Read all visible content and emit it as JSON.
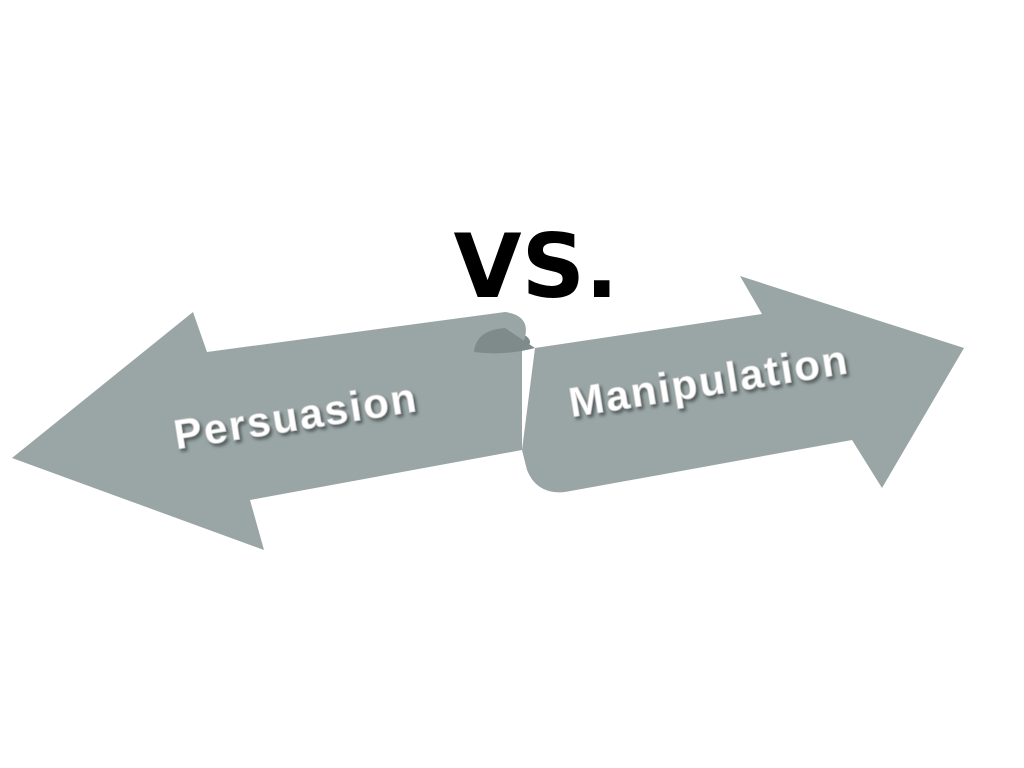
{
  "slide": {
    "connector_word": "VS.",
    "left_arrow": {
      "label": "Persuasion"
    },
    "right_arrow": {
      "label": "Manipulation"
    }
  },
  "colors": {
    "background": "#ffffff",
    "arrow_fill": "#9aa6a6",
    "arrow_fold": "#7f8b8b",
    "text": "#000000",
    "label": "#ffffff"
  }
}
